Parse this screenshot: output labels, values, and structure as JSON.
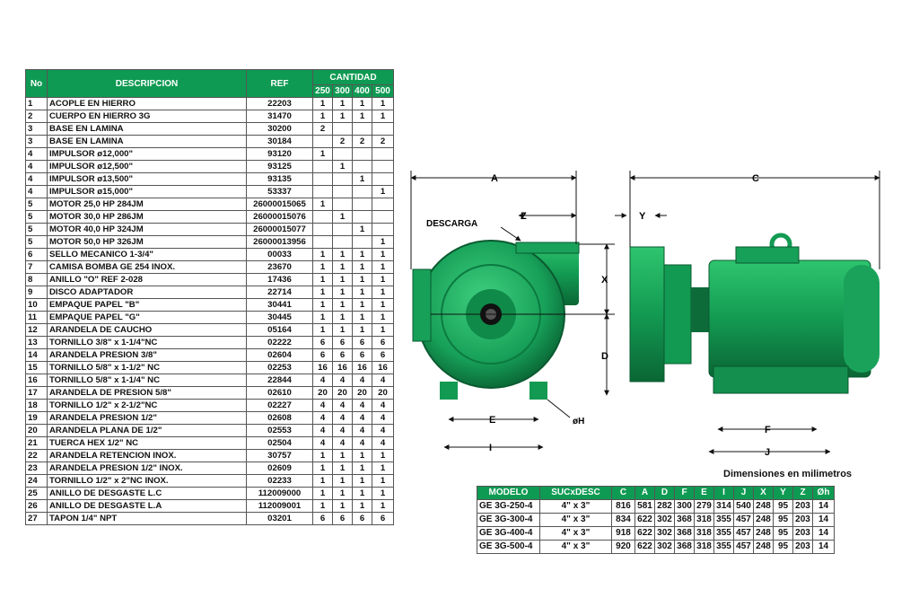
{
  "parts_table": {
    "headers": {
      "no": "No",
      "descripcion": "DESCRIPCION",
      "ref": "REF",
      "cantidad": "CANTIDAD",
      "sizes": [
        "250",
        "300",
        "400",
        "500"
      ]
    },
    "rows": [
      {
        "no": "1",
        "desc": "ACOPLE EN HIERRO",
        "ref": "22203",
        "q": [
          "1",
          "1",
          "1",
          "1"
        ]
      },
      {
        "no": "2",
        "desc": "CUERPO EN HIERRO 3G",
        "ref": "31470",
        "q": [
          "1",
          "1",
          "1",
          "1"
        ]
      },
      {
        "no": "3",
        "desc": "BASE EN LAMINA",
        "ref": "30200",
        "q": [
          "2",
          "",
          "",
          ""
        ]
      },
      {
        "no": "3",
        "desc": "BASE EN LAMINA",
        "ref": "30184",
        "q": [
          "",
          "2",
          "2",
          "2"
        ]
      },
      {
        "no": "4",
        "desc": "IMPULSOR  ø12,000\"",
        "ref": "93120",
        "q": [
          "1",
          "",
          "",
          ""
        ]
      },
      {
        "no": "4",
        "desc": "IMPULSOR  ø12,500\"",
        "ref": "93125",
        "q": [
          "",
          "1",
          "",
          ""
        ]
      },
      {
        "no": "4",
        "desc": "IMPULSOR  ø13,500\"",
        "ref": "93135",
        "q": [
          "",
          "",
          "1",
          ""
        ]
      },
      {
        "no": "4",
        "desc": "IMPULSOR  ø15,000\"",
        "ref": "53337",
        "q": [
          "",
          "",
          "",
          "1"
        ]
      },
      {
        "no": "5",
        "desc": "MOTOR 25,0 HP 284JM",
        "ref": "26000015065",
        "q": [
          "1",
          "",
          "",
          ""
        ]
      },
      {
        "no": "5",
        "desc": "MOTOR 30,0 HP 286JM",
        "ref": "26000015076",
        "q": [
          "",
          "1",
          "",
          ""
        ]
      },
      {
        "no": "5",
        "desc": "MOTOR 40,0 HP 324JM",
        "ref": "26000015077",
        "q": [
          "",
          "",
          "1",
          ""
        ]
      },
      {
        "no": "5",
        "desc": "MOTOR 50,0 HP 326JM",
        "ref": "26000013956",
        "q": [
          "",
          "",
          "",
          "1"
        ]
      },
      {
        "no": "6",
        "desc": "SELLO MECANICO 1-3/4\"",
        "ref": "00033",
        "q": [
          "1",
          "1",
          "1",
          "1"
        ]
      },
      {
        "no": "7",
        "desc": "CAMISA BOMBA GE 254 INOX.",
        "ref": "23670",
        "q": [
          "1",
          "1",
          "1",
          "1"
        ]
      },
      {
        "no": "8",
        "desc": "ANILLO \"O\" REF 2-028",
        "ref": "17436",
        "q": [
          "1",
          "1",
          "1",
          "1"
        ]
      },
      {
        "no": "9",
        "desc": "DISCO ADAPTADOR",
        "ref": "22714",
        "q": [
          "1",
          "1",
          "1",
          "1"
        ]
      },
      {
        "no": "10",
        "desc": "EMPAQUE PAPEL \"B\"",
        "ref": "30441",
        "q": [
          "1",
          "1",
          "1",
          "1"
        ]
      },
      {
        "no": "11",
        "desc": "EMPAQUE PAPEL \"G\"",
        "ref": "30445",
        "q": [
          "1",
          "1",
          "1",
          "1"
        ]
      },
      {
        "no": "12",
        "desc": "ARANDELA DE CAUCHO",
        "ref": "05164",
        "q": [
          "1",
          "1",
          "1",
          "1"
        ]
      },
      {
        "no": "13",
        "desc": "TORNILLO 3/8\" x 1-1/4\"NC",
        "ref": "02222",
        "q": [
          "6",
          "6",
          "6",
          "6"
        ]
      },
      {
        "no": "14",
        "desc": "ARANDELA PRESION 3/8\"",
        "ref": "02604",
        "q": [
          "6",
          "6",
          "6",
          "6"
        ]
      },
      {
        "no": "15",
        "desc": "TORNILLO 5/8\" x 1-1/2\" NC",
        "ref": "02253",
        "q": [
          "16",
          "16",
          "16",
          "16"
        ]
      },
      {
        "no": "16",
        "desc": "TORNILLO 5/8\" x 1-1/4\" NC",
        "ref": "22844",
        "q": [
          "4",
          "4",
          "4",
          "4"
        ]
      },
      {
        "no": "17",
        "desc": "ARANDELA DE PRESION 5/8\"",
        "ref": "02610",
        "q": [
          "20",
          "20",
          "20",
          "20"
        ]
      },
      {
        "no": "18",
        "desc": "TORNILLO 1/2\" x 2-1/2\"NC",
        "ref": "02227",
        "q": [
          "4",
          "4",
          "4",
          "4"
        ]
      },
      {
        "no": "19",
        "desc": "ARANDELA PRESION 1/2\"",
        "ref": "02608",
        "q": [
          "4",
          "4",
          "4",
          "4"
        ]
      },
      {
        "no": "20",
        "desc": "ARANDELA PLANA DE 1/2\"",
        "ref": "02553",
        "q": [
          "4",
          "4",
          "4",
          "4"
        ]
      },
      {
        "no": "21",
        "desc": "TUERCA HEX 1/2\" NC",
        "ref": "02504",
        "q": [
          "4",
          "4",
          "4",
          "4"
        ]
      },
      {
        "no": "22",
        "desc": "ARANDELA RETENCION INOX.",
        "ref": "30757",
        "q": [
          "1",
          "1",
          "1",
          "1"
        ]
      },
      {
        "no": "23",
        "desc": "ARANDELA PRESION 1/2\" INOX.",
        "ref": "02609",
        "q": [
          "1",
          "1",
          "1",
          "1"
        ]
      },
      {
        "no": "24",
        "desc": "TORNILLO 1/2\" x 2\"NC INOX.",
        "ref": "02233",
        "q": [
          "1",
          "1",
          "1",
          "1"
        ]
      },
      {
        "no": "25",
        "desc": "ANILLO DE DESGASTE L.C",
        "ref": "112009000",
        "q": [
          "1",
          "1",
          "1",
          "1"
        ]
      },
      {
        "no": "26",
        "desc": "ANILLO DE DESGASTE L.A",
        "ref": "112009001",
        "q": [
          "1",
          "1",
          "1",
          "1"
        ]
      },
      {
        "no": "27",
        "desc": "TAPON 1/4\" NPT",
        "ref": "03201",
        "q": [
          "6",
          "6",
          "6",
          "6"
        ]
      }
    ]
  },
  "drawing": {
    "labels": {
      "a": "A",
      "c": "C",
      "z": "Z",
      "y": "Y",
      "x": "X",
      "d": "D",
      "e": "E",
      "i": "I",
      "f": "F",
      "j": "J",
      "oh": "øH",
      "descarga": "DESCARGA"
    },
    "colors": {
      "pump_green": "#1aa25b",
      "pump_dark": "#0d6b3a",
      "header_green": "#0e9a52"
    }
  },
  "dims_table": {
    "title": "Dimensiones en milimetros",
    "headers": [
      "MODELO",
      "SUCxDESC",
      "C",
      "A",
      "D",
      "F",
      "E",
      "I",
      "J",
      "X",
      "Y",
      "Z",
      "Øh"
    ],
    "rows": [
      [
        "GE 3G-250-4",
        "4\" x 3\"",
        "816",
        "581",
        "282",
        "300",
        "279",
        "314",
        "540",
        "248",
        "95",
        "203",
        "14"
      ],
      [
        "GE 3G-300-4",
        "4\" x 3\"",
        "834",
        "622",
        "302",
        "368",
        "318",
        "355",
        "457",
        "248",
        "95",
        "203",
        "14"
      ],
      [
        "GE 3G-400-4",
        "4\" x 3\"",
        "918",
        "622",
        "302",
        "368",
        "318",
        "355",
        "457",
        "248",
        "95",
        "203",
        "14"
      ],
      [
        "GE 3G-500-4",
        "4\" x 3\"",
        "920",
        "622",
        "302",
        "368",
        "318",
        "355",
        "457",
        "248",
        "95",
        "203",
        "14"
      ]
    ]
  }
}
